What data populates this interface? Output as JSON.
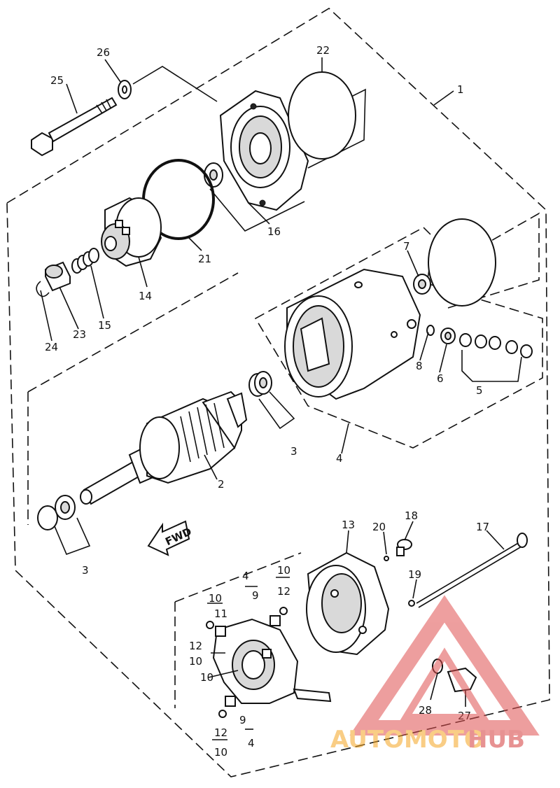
{
  "diagram": {
    "callouts": [
      "1",
      "2",
      "3",
      "3",
      "4",
      "5",
      "6",
      "7",
      "8",
      "13",
      "14",
      "15",
      "16",
      "17",
      "18",
      "19",
      "20",
      "21",
      "22",
      "23",
      "24",
      "25",
      "26",
      "27",
      "28"
    ],
    "bracket_labels": {
      "a": [
        "4",
        "9"
      ],
      "b": [
        "10",
        "12"
      ],
      "c": [
        "10",
        "11"
      ],
      "d": [
        "12",
        "10"
      ],
      "e": "10",
      "f": [
        "9",
        "4"
      ],
      "g": [
        "12",
        "10"
      ]
    },
    "direction_arrow": "FWD"
  },
  "watermark": {
    "text_part1": "AUTOMOTO",
    "text_part2": "HUB",
    "color1": "#f5a623",
    "color2": "#d43a3a"
  }
}
